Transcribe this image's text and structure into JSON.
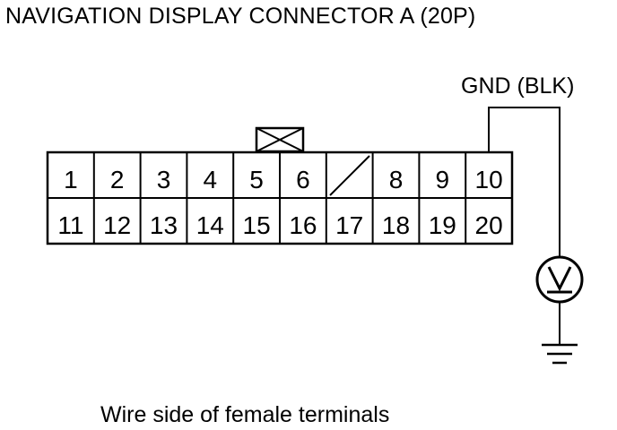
{
  "diagram": {
    "title": "NAVIGATION DISPLAY CONNECTOR A (20P)",
    "ground_label": "GND (BLK)",
    "caption": "Wire side of female terminals",
    "connector": {
      "top_row": [
        "1",
        "2",
        "3",
        "4",
        "5",
        "6",
        "",
        "8",
        "9",
        "10"
      ],
      "bottom_row": [
        "11",
        "12",
        "13",
        "14",
        "15",
        "16",
        "17",
        "18",
        "19",
        "20"
      ],
      "empty_cavity_top_row_index": 6,
      "lock_above_pins": [
        "5",
        "6"
      ]
    },
    "meter": {
      "type": "voltmeter",
      "icon": "voltmeter-icon",
      "probe_pin": "10"
    },
    "ground_icon": "ground-symbol-icon",
    "line_color": "#000000"
  }
}
